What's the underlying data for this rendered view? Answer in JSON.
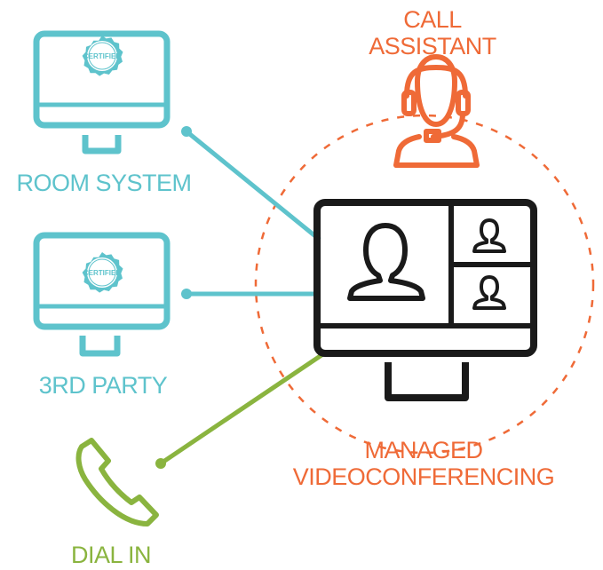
{
  "colors": {
    "teal": "#5ec3cc",
    "orange": "#ef6a37",
    "green": "#8ab43f",
    "dark": "#1a1a1a"
  },
  "labels": {
    "call_assistant_line1": "CALL",
    "call_assistant_line2": "ASSISTANT",
    "room_system": "ROOM SYSTEM",
    "third_party": "3RD PARTY",
    "dial_in": "DIAL IN",
    "managed_line1": "MANAGED",
    "managed_line2": "VIDEOCONFERENCING"
  },
  "badges": {
    "certified": "CERTIFIED"
  },
  "icons": [
    "monitor-icon",
    "certified-badge-icon",
    "headset-icon",
    "video-monitor-icon",
    "person-icon",
    "phone-icon"
  ]
}
